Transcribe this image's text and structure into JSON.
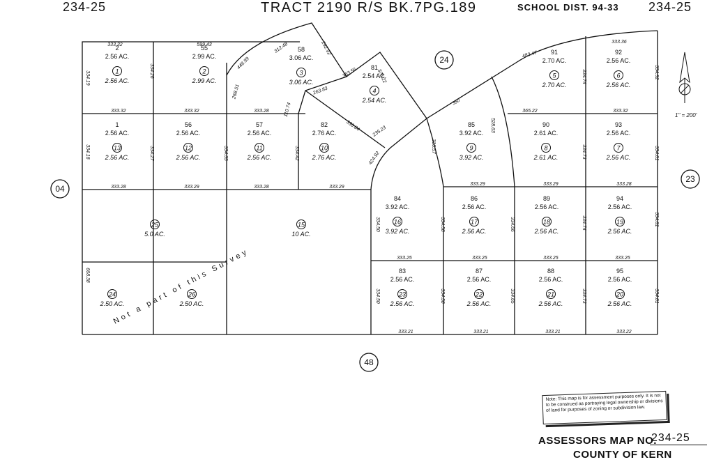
{
  "header": {
    "map_ref_left": "234-25",
    "title": "TRACT 2190 R/S BK.7PG.189",
    "school_district": "SCHOOL DIST. 94-33",
    "map_ref_right": "234-25"
  },
  "scale": "1\" = 200'",
  "neighbor_maps": [
    "24",
    "04",
    "23",
    "48"
  ],
  "parcels": [
    {
      "lot": "2",
      "lot_area": "2.56 AC.",
      "parcel": "1",
      "area": "2.56 AC."
    },
    {
      "lot": "55",
      "lot_area": "2.99 AC.",
      "parcel": "2",
      "area": "2.99 AC."
    },
    {
      "lot": "58",
      "lot_area": "3.06 AC.",
      "parcel": "3",
      "area": "3.06 AC."
    },
    {
      "lot": "81",
      "lot_area": "2.54 AC.",
      "parcel": "4",
      "area": "2.54 AC."
    },
    {
      "lot": "91",
      "lot_area": "2.70 AC.",
      "parcel": "5",
      "area": "2.70 AC."
    },
    {
      "lot": "92",
      "lot_area": "2.56 AC.",
      "parcel": "6",
      "area": "2.56 AC."
    },
    {
      "lot": "1",
      "lot_area": "2.56 AC.",
      "parcel": "13",
      "area": "2.56 AC."
    },
    {
      "lot": "56",
      "lot_area": "2.56 AC.",
      "parcel": "12",
      "area": "2.56 AC."
    },
    {
      "lot": "57",
      "lot_area": "2.56 AC.",
      "parcel": "11",
      "area": "2.56 AC."
    },
    {
      "lot": "82",
      "lot_area": "2.76 AC.",
      "parcel": "10",
      "area": "2.76 AC."
    },
    {
      "lot": "85",
      "lot_area": "3.92 AC.",
      "parcel": "9",
      "area": "3.92 AC."
    },
    {
      "lot": "90",
      "lot_area": "2.61 AC.",
      "parcel": "8",
      "area": "2.61 AC."
    },
    {
      "lot": "93",
      "lot_area": "2.56 AC.",
      "parcel": "7",
      "area": "2.56 AC."
    },
    {
      "lot": "",
      "lot_area": "",
      "parcel": "25",
      "area": "5.0 AC."
    },
    {
      "lot": "",
      "lot_area": "",
      "parcel": "15",
      "area": "10 AC."
    },
    {
      "lot": "84",
      "lot_area": "3.92 AC.",
      "parcel": "16",
      "area": "3.92 AC."
    },
    {
      "lot": "86",
      "lot_area": "2.56 AC.",
      "parcel": "17",
      "area": "2.56 AC."
    },
    {
      "lot": "89",
      "lot_area": "2.56 AC.",
      "parcel": "18",
      "area": "2.56 AC."
    },
    {
      "lot": "94",
      "lot_area": "2.56 AC.",
      "parcel": "19",
      "area": "2.56 AC."
    },
    {
      "lot": "",
      "lot_area": "",
      "parcel": "24",
      "area": "2.50 AC."
    },
    {
      "lot": "",
      "lot_area": "",
      "parcel": "26",
      "area": "2.50 AC."
    },
    {
      "lot": "83",
      "lot_area": "2.56 AC.",
      "parcel": "23",
      "area": "2.56 AC."
    },
    {
      "lot": "87",
      "lot_area": "2.56 AC.",
      "parcel": "22",
      "area": "2.56 AC."
    },
    {
      "lot": "88",
      "lot_area": "2.56 AC.",
      "parcel": "21",
      "area": "2.56 AC."
    },
    {
      "lot": "95",
      "lot_area": "2.56 AC.",
      "parcel": "20",
      "area": "2.56 AC."
    }
  ],
  "dimensions": {
    "top": [
      "333.32",
      "599.43",
      "312.48",
      "292.92",
      "333.36"
    ],
    "mid1": [
      "333.32",
      "333.32",
      "333.28",
      "365.22",
      "333.32"
    ],
    "mid2": [
      "333.28",
      "333.29",
      "333.28",
      "333.29",
      "333.29",
      "333.29",
      "333.28"
    ],
    "mid3": [
      "333.25",
      "333.25",
      "333.25",
      "333.25"
    ],
    "bottom": [
      "333.21",
      "333.21",
      "333.21",
      "333.22"
    ],
    "sides": [
      "334.19",
      "334.26",
      "334.18",
      "334.27",
      "334.35",
      "334.42",
      "334.92",
      "334.74",
      "334.81",
      "334.73",
      "334.81",
      "334.74",
      "334.81",
      "334.73",
      "334.81",
      "334.50",
      "334.50",
      "334.58",
      "334.58",
      "334.66",
      "334.65",
      "668.38"
    ],
    "curve": [
      "268.51",
      "448.99",
      "353.56",
      "263.83",
      "110.74",
      "330.84",
      "375.22",
      "235.23",
      "424.92",
      "318.57",
      "350",
      "483.47",
      "528.63"
    ]
  },
  "survey_note": "Not a part of this Survey",
  "disclaimer": "Note: This map is for assessment purposes only. It is not to be construed as portraying legal ownership or divisions of land for purposes of zoning or subdivision law.",
  "footer": {
    "map_no_label": "ASSESSORS MAP NO.",
    "map_no_value": "234-25",
    "county": "COUNTY OF KERN"
  }
}
